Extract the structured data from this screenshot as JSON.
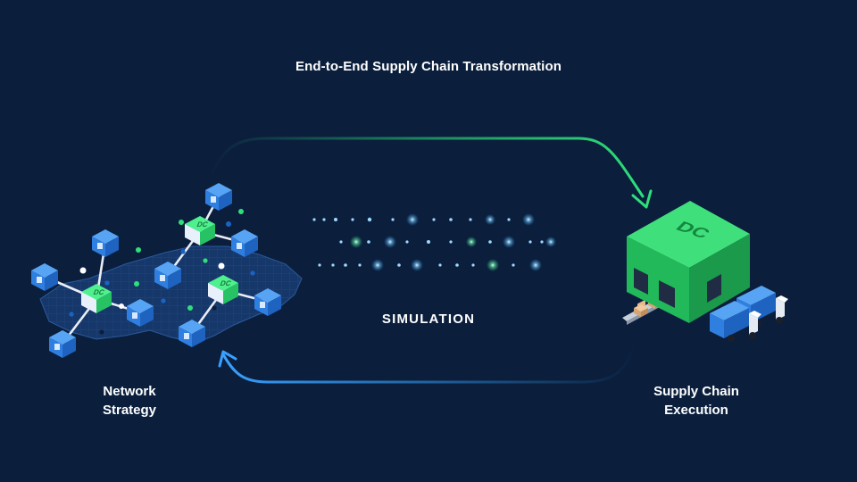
{
  "title": "End-to-End Supply Chain Transformation",
  "center_label": "SIMULATION",
  "left": {
    "line1": "Network",
    "line2": "Strategy",
    "node_label": "DC"
  },
  "right": {
    "line1": "Supply Chain",
    "line2": "Execution",
    "building_label": "DC"
  },
  "colors": {
    "background": "#0b1f3d",
    "accent_green": "#2ee07a",
    "accent_blue": "#2f8fe0",
    "particle": "#bfe6ff"
  },
  "icons": {
    "forward_arrow": "green-curved-arrow",
    "return_arrow": "blue-curved-arrow"
  }
}
